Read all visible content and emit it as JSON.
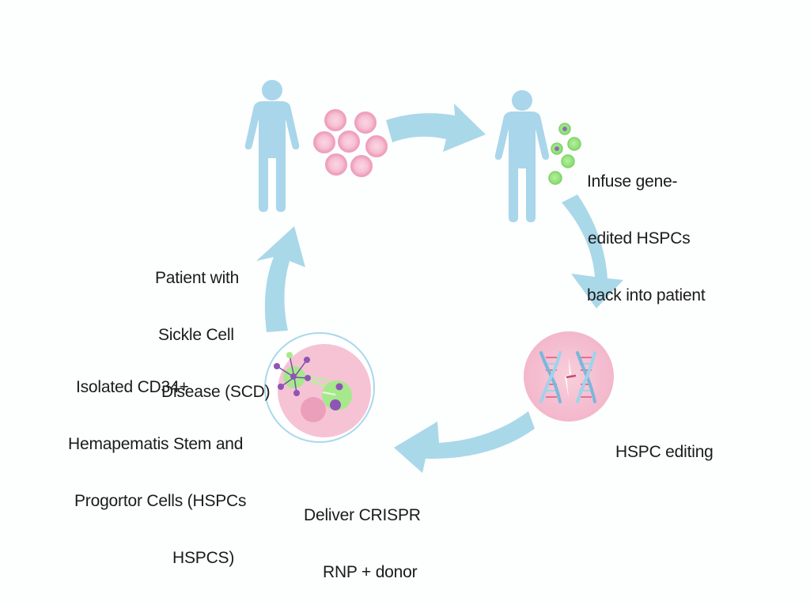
{
  "diagram": {
    "title": "CRISPR gene editing of HSPCs for Sickle Cell Disease",
    "colors": {
      "arrow": "#a9d8e9",
      "person": "#a9d6ea",
      "rbc_outer": "#ef9fbc",
      "rbc_inner": "#f7c5d6",
      "hspc_green": "#9be27f",
      "hspc_green_edge": "#7fd36a",
      "nucleus_purple": "#8e55b4",
      "pink_circle": "#f6c3d4",
      "dna_blue": "#79b8dc",
      "dna_pink": "#e56f95",
      "dish_ring": "#a8d8ec",
      "text": "#1b1b1b"
    },
    "steps": [
      {
        "id": "patient",
        "icon": "person-icon",
        "label_lines": [
          "Patient with",
          "Sickle Cell",
          "Disease (SCD)"
        ]
      },
      {
        "id": "sickle-cells",
        "icon": "red-blood-cells-icon",
        "cell_count": 7
      },
      {
        "id": "infuse",
        "icon": "person-icon",
        "label_lines": [
          "Infuse gene-",
          "edited HSPCs",
          "back into patient"
        ]
      },
      {
        "id": "editing",
        "icon": "dna-icon",
        "label_lines": [
          "HSPC editing"
        ]
      },
      {
        "id": "deliver",
        "label_lines": [
          "Deliver CRISPR",
          "RNP + donor"
        ]
      },
      {
        "id": "isolated",
        "icon": "petri-dish-icon",
        "label_lines": [
          "Isolated CD34+",
          "Hemapematis Stem and",
          "Progortor Cells (HSPCs",
          "HSPCS)"
        ]
      }
    ],
    "arrows": [
      {
        "from": "sickle-cells",
        "to": "infuse",
        "direction": "right"
      },
      {
        "from": "infuse",
        "to": "editing",
        "direction": "down"
      },
      {
        "from": "editing",
        "to": "deliver",
        "direction": "left"
      },
      {
        "from": "isolated",
        "to": "patient",
        "direction": "up"
      }
    ]
  }
}
